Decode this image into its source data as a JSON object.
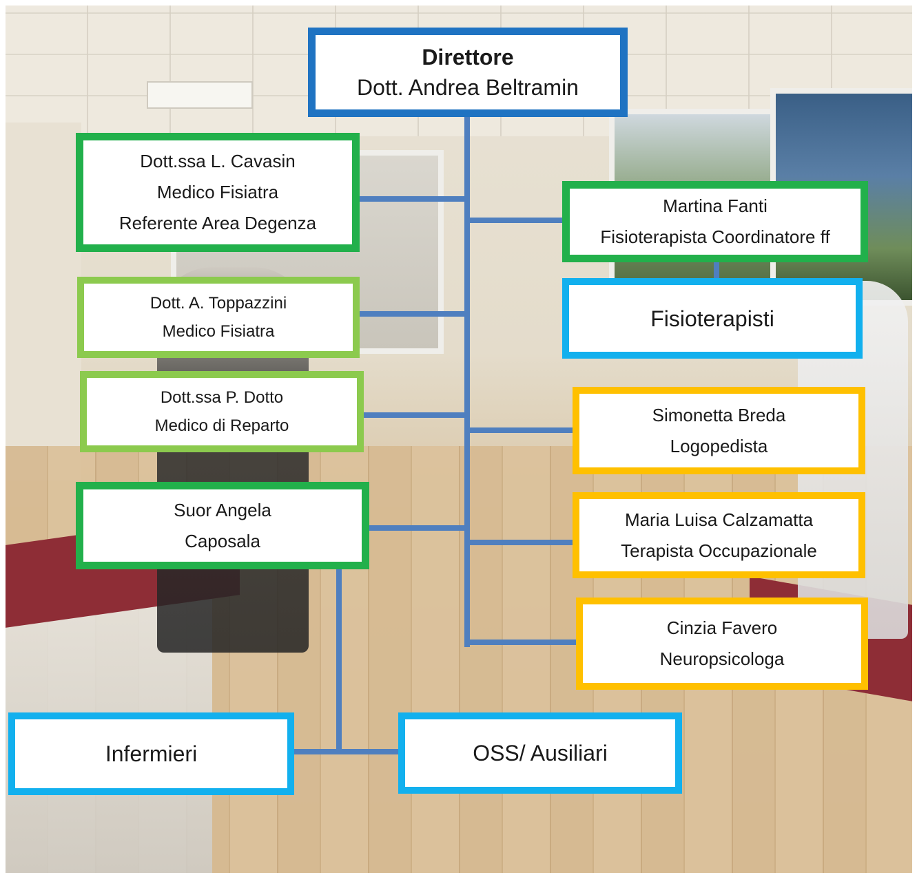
{
  "director": {
    "title": "Direttore",
    "name": "Dott. Andrea Beltramin"
  },
  "left": [
    {
      "line1": "Dott.ssa L. Cavasin",
      "line2": "Medico Fisiatra",
      "line3": "Referente Area Degenza"
    },
    {
      "line1": "Dott. A. Toppazzini",
      "line2": "Medico Fisiatra"
    },
    {
      "line1": "Dott.ssa P. Dotto",
      "line2": "Medico di Reparto"
    },
    {
      "line1": "Suor Angela",
      "line2": "Caposala"
    }
  ],
  "right": [
    {
      "line1": "Martina Fanti",
      "line2": "Fisioterapista Coordinatore ff"
    },
    {
      "line1": "Fisioterapisti"
    },
    {
      "line1": "Simonetta Breda",
      "line2": "Logopedista"
    },
    {
      "line1": "Maria Luisa Calzamatta",
      "line2": "Terapista Occupazionale"
    },
    {
      "line1": "Cinzia Favero",
      "line2": "Neuropsicologa"
    }
  ],
  "bottom": [
    {
      "line1": "Infermieri"
    },
    {
      "line1": "OSS/ Ausiliari"
    }
  ],
  "colors": {
    "director_border": "#1f73c2",
    "green_border": "#22b04b",
    "light_green_border": "#8cca4e",
    "yellow_border": "#ffc000",
    "cyan_border": "#12b0ee",
    "connector": "#4f7fbf"
  }
}
